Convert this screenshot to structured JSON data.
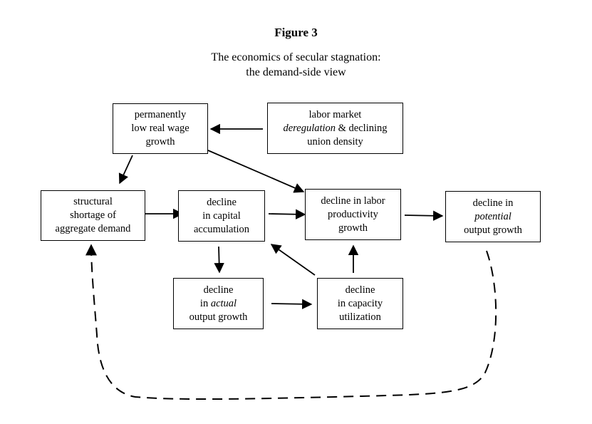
{
  "figure": {
    "number": "Figure 3",
    "title_line1": "The economics of secular stagnation:",
    "title_line2": "the demand-side view"
  },
  "nodes": {
    "low_wage": {
      "lines": [
        "permanently",
        "low real wage",
        "growth"
      ]
    },
    "labor_market": {
      "line1_italic": "deregulation",
      "line1_rest": " & declining",
      "line0": "labor market",
      "line2": "union density"
    },
    "shortage": {
      "lines": [
        "structural",
        "shortage of",
        "aggregate demand"
      ]
    },
    "capital": {
      "lines": [
        "decline",
        "in capital",
        "accumulation"
      ]
    },
    "productivity": {
      "lines": [
        "decline in labor",
        "productivity",
        "growth"
      ]
    },
    "potential": {
      "line0": "decline in",
      "line1_italic": "potential",
      "line2": "output growth"
    },
    "actual": {
      "line0": "decline",
      "line1_prefix": "in ",
      "line1_italic": "actual",
      "line2": "output growth"
    },
    "capacity": {
      "lines": [
        "decline",
        "in capacity",
        "utilization"
      ]
    }
  },
  "edges": [
    {
      "from": "labor_market",
      "to": "low_wage",
      "style": "solid"
    },
    {
      "from": "low_wage",
      "to": "shortage",
      "style": "solid"
    },
    {
      "from": "low_wage",
      "to": "productivity",
      "style": "solid"
    },
    {
      "from": "shortage",
      "to": "capital",
      "style": "solid"
    },
    {
      "from": "capital",
      "to": "productivity",
      "style": "solid"
    },
    {
      "from": "productivity",
      "to": "potential",
      "style": "solid"
    },
    {
      "from": "capital",
      "to": "actual",
      "style": "solid"
    },
    {
      "from": "actual",
      "to": "capacity",
      "style": "solid"
    },
    {
      "from": "capacity",
      "to": "capital",
      "style": "solid"
    },
    {
      "from": "capacity",
      "to": "productivity",
      "style": "solid"
    },
    {
      "from": "potential",
      "to": "shortage",
      "style": "dashed"
    }
  ]
}
